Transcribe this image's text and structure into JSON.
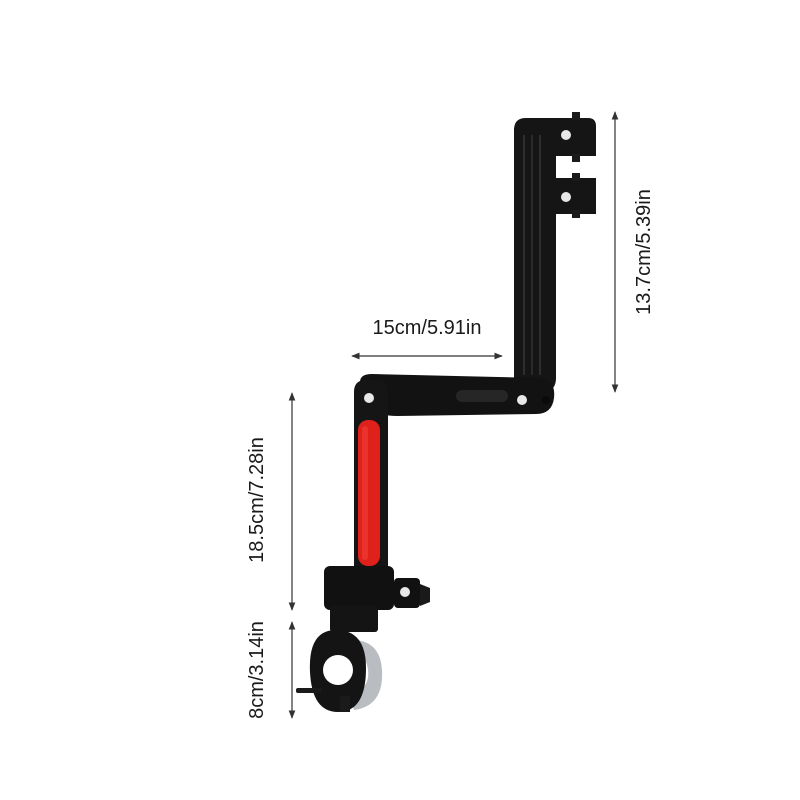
{
  "product": {
    "name": "adjustable handlebar mount bracket",
    "colors": {
      "body": "#141414",
      "accent": "#e0201b",
      "metal": "#b9bcc0",
      "guide_line": "#333333"
    }
  },
  "dimensions": {
    "top_height": "13.7cm/5.39in",
    "arm_width": "15cm/5.91in",
    "middle_height": "18.5cm/7.28in",
    "clamp_height": "8cm/3.14in"
  }
}
